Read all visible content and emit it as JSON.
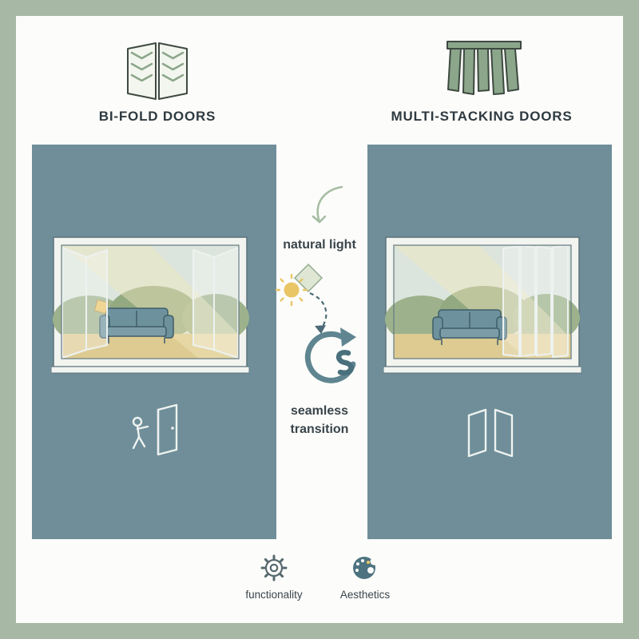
{
  "columns": {
    "left": {
      "title": "BI-FOLD DOORS",
      "icon": "bi-fold-doors-icon",
      "panel_icon": "person-opening-door-icon"
    },
    "right": {
      "title": "MULTI-STACKING DOORS",
      "icon": "multi-stacking-doors-icon",
      "panel_icon": "double-panels-icon"
    }
  },
  "center": {
    "natural_light_label": "natural light",
    "seamless_line1": "seamless",
    "seamless_line2": "transition"
  },
  "footer": {
    "functionality_label": "functionality",
    "aesthetics_label": "Aesthetics"
  },
  "colors": {
    "frame_border": "#a7b9a4",
    "background": "#fcfcfa",
    "panel_teal": "#6f8e99",
    "icon_sage": "#8ba68a",
    "icon_outline": "#3e4a41",
    "sun_yellow": "#e9c566",
    "text_dark": "#2e3a40",
    "cycle_arrow_teal": "#5f8590",
    "ground_tan": "#ddcb92",
    "tree_green": "#92a981"
  }
}
